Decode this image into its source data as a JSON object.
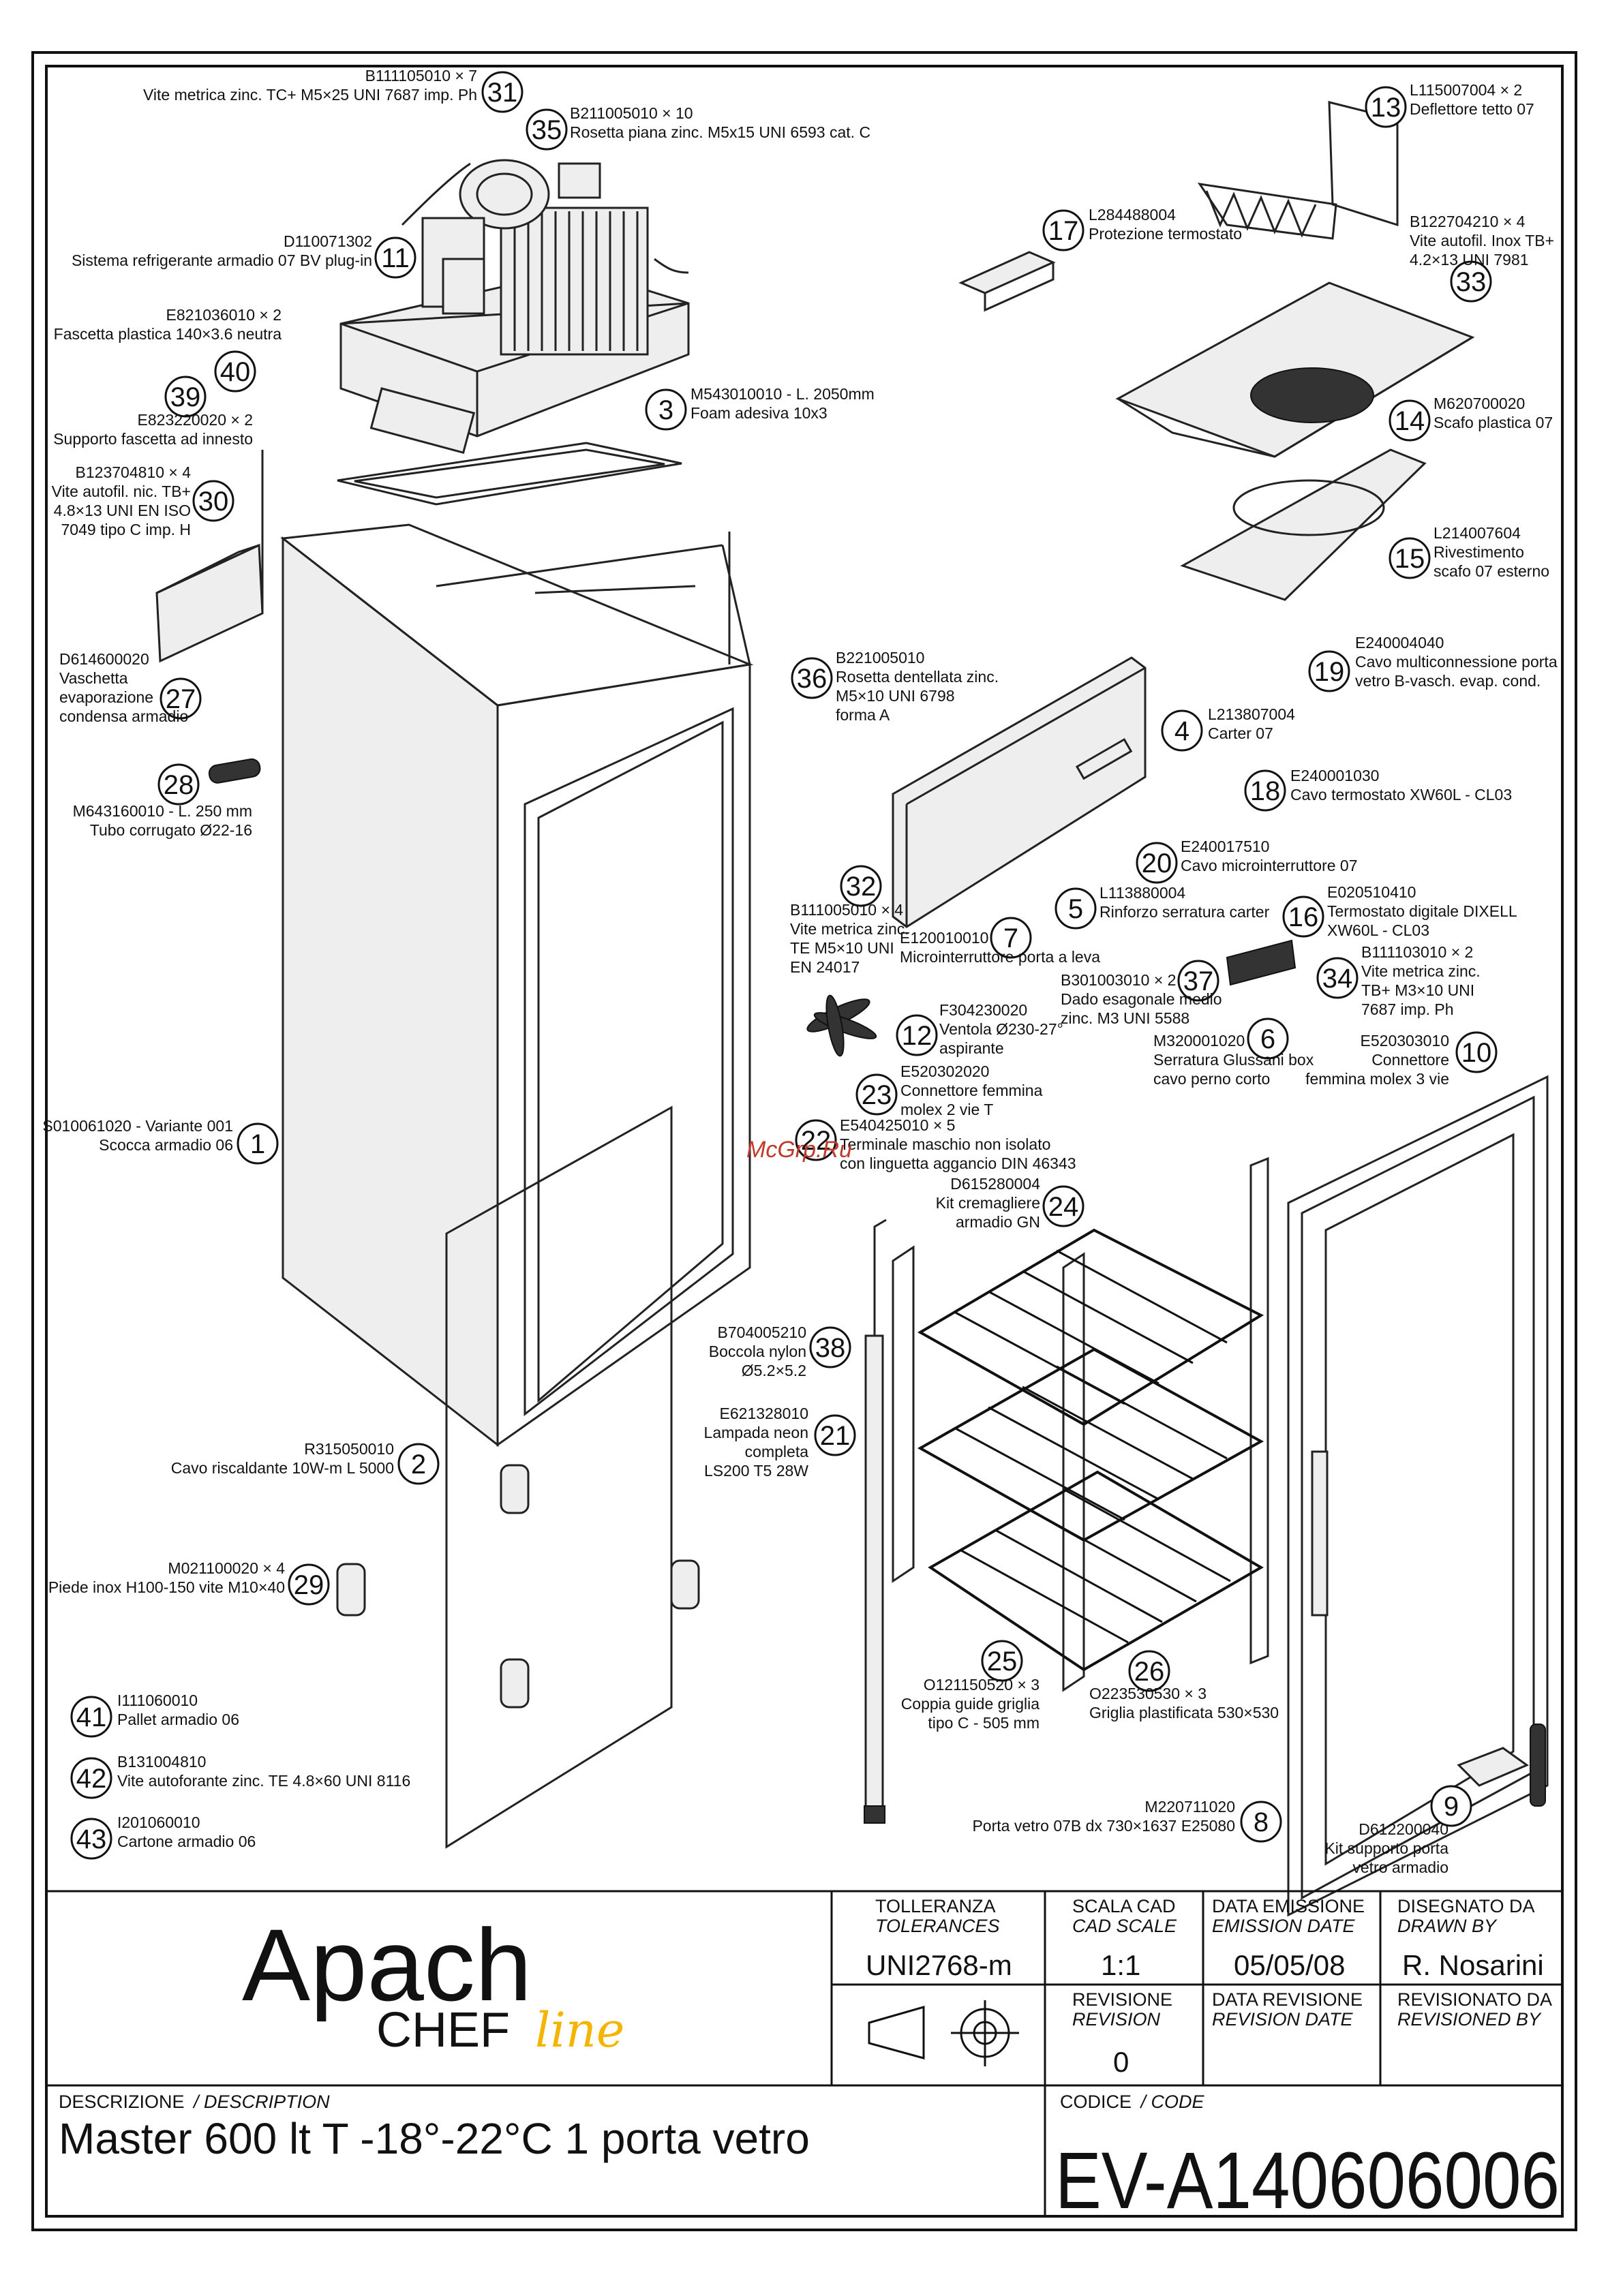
{
  "drawing": {
    "callouts": [
      {
        "n": "31",
        "lines": [
          "B111105010 × 7",
          "Vite metrica zinc. TC+ M5×25 UNI 7687 imp. Ph"
        ]
      },
      {
        "n": "35",
        "lines": [
          "B211005010 × 10",
          "Rosetta piana zinc. M5x15 UNI 6593 cat. C"
        ]
      },
      {
        "n": "11",
        "lines": [
          "D110071302",
          "Sistema refrigerante armadio 07 BV plug-in"
        ]
      },
      {
        "n": "40",
        "lines": [
          "E821036010 × 2",
          "Fascetta plastica 140×3.6 neutra"
        ]
      },
      {
        "n": "39",
        "lines": [
          "E823220020 × 2",
          "Supporto fascetta ad innesto"
        ]
      },
      {
        "n": "3",
        "lines": [
          "M543010010 - L. 2050mm",
          "Foam adesiva 10x3"
        ]
      },
      {
        "n": "30",
        "lines": [
          "B123704810 × 4",
          "Vite autofil. nic. TB+",
          "4.8×13 UNI EN ISO",
          "7049 tipo C imp. H"
        ]
      },
      {
        "n": "27",
        "lines": [
          "D614600020",
          "Vaschetta",
          "evaporazione",
          "condensa armadio"
        ]
      },
      {
        "n": "28",
        "lines": [
          "M643160010 - L. 250 mm",
          "Tubo corrugato Ø22-16"
        ]
      },
      {
        "n": "1",
        "lines": [
          "S010061020 - Variante 001",
          "Scocca armadio 06"
        ]
      },
      {
        "n": "2",
        "lines": [
          "R315050010",
          "Cavo riscaldante 10W-m L 5000"
        ]
      },
      {
        "n": "29",
        "lines": [
          "M021100020 × 4",
          "Piede inox H100-150 vite M10×40"
        ]
      },
      {
        "n": "41",
        "lines": [
          "I111060010",
          "Pallet armadio 06"
        ]
      },
      {
        "n": "42",
        "lines": [
          "B131004810",
          "Vite autoforante zinc. TE 4.8×60 UNI 8116"
        ]
      },
      {
        "n": "43",
        "lines": [
          "I201060010",
          "Cartone armadio 06"
        ]
      },
      {
        "n": "13",
        "lines": [
          "L115007004 × 2",
          "Deflettore tetto 07"
        ]
      },
      {
        "n": "17",
        "lines": [
          "L284488004",
          "Protezione termostato"
        ]
      },
      {
        "n": "33",
        "lines": [
          "B122704210 × 4",
          "Vite autofil. Inox TB+",
          "4.2×13 UNI 7981"
        ]
      },
      {
        "n": "14",
        "lines": [
          "M620700020",
          "Scafo plastica 07"
        ]
      },
      {
        "n": "15",
        "lines": [
          "L214007604",
          "Rivestimento",
          "scafo 07 esterno"
        ]
      },
      {
        "n": "19",
        "lines": [
          "E240004040",
          "Cavo multiconnessione porta",
          "vetro B-vasch. evap. cond."
        ]
      },
      {
        "n": "36",
        "lines": [
          "B221005010",
          "Rosetta dentellata zinc.",
          "M5×10 UNI 6798",
          "forma A"
        ]
      },
      {
        "n": "4",
        "lines": [
          "L213807004",
          "Carter 07"
        ]
      },
      {
        "n": "18",
        "lines": [
          "E240001030",
          "Cavo termostato XW60L - CL03"
        ]
      },
      {
        "n": "20",
        "lines": [
          "E240017510",
          "Cavo microinterruttore 07"
        ]
      },
      {
        "n": "32",
        "lines": [
          "B111005010 × 4",
          "Vite metrica zinc.",
          "TE M5×10 UNI",
          "EN 24017"
        ]
      },
      {
        "n": "7",
        "lines": [
          "E120010010",
          "Microinterruttore porta a leva"
        ]
      },
      {
        "n": "5",
        "lines": [
          "L113880004",
          "Rinforzo serratura carter"
        ]
      },
      {
        "n": "16",
        "lines": [
          "E020510410",
          "Termostato digitale DIXELL",
          "XW60L - CL03"
        ]
      },
      {
        "n": "12",
        "lines": [
          "F304230020",
          "Ventola Ø230-27°",
          "aspirante"
        ]
      },
      {
        "n": "37",
        "lines": [
          "B301003010 × 2",
          "Dado esagonale medio",
          "zinc. M3 UNI 5588"
        ]
      },
      {
        "n": "34",
        "lines": [
          "B111103010 × 2",
          "Vite metrica zinc.",
          "TB+ M3×10 UNI",
          "7687 imp. Ph"
        ]
      },
      {
        "n": "6",
        "lines": [
          "M320001020",
          "Serratura Glussani box",
          "cavo perno corto"
        ]
      },
      {
        "n": "10",
        "lines": [
          "E520303010",
          "Connettore",
          "femmina molex 3 vie"
        ]
      },
      {
        "n": "23",
        "lines": [
          "E520302020",
          "Connettore femmina",
          "molex 2 vie T"
        ]
      },
      {
        "n": "22",
        "lines": [
          "E540425010 × 5",
          "Terminale maschio non isolato",
          "con linguetta aggancio DIN 46343"
        ]
      },
      {
        "n": "24",
        "lines": [
          "D615280004",
          "Kit cremagliere",
          "armadio GN"
        ]
      },
      {
        "n": "38",
        "lines": [
          "B704005210",
          "Boccola nylon",
          "Ø5.2×5.2"
        ]
      },
      {
        "n": "21",
        "lines": [
          "E621328010",
          "Lampada neon",
          "completa",
          "LS200 T5 28W"
        ]
      },
      {
        "n": "25",
        "lines": [
          "O121150520 × 3",
          "Coppia guide griglia",
          "tipo C - 505 mm"
        ]
      },
      {
        "n": "26",
        "lines": [
          "O223530530 × 3",
          "Griglia plastificata 530×530"
        ]
      },
      {
        "n": "8",
        "lines": [
          "M220711020",
          "Porta vetro 07B dx 730×1637 E25080"
        ]
      },
      {
        "n": "9",
        "lines": [
          "D612200040",
          "Kit supporto porta",
          "vetro armadio"
        ]
      }
    ],
    "watermark": "McGrp.Ru"
  },
  "title_block": {
    "logo_main": "Apach",
    "logo_sub": "CHEF",
    "logo_script": "line",
    "tolerance_label": "TOLLERANZA",
    "tolerance_label_en": "TOLERANCES",
    "tolerance_value": "UNI2768-m",
    "scale_label": "SCALA CAD",
    "scale_label_en": "CAD SCALE",
    "scale_value": "1:1",
    "emission_label": "DATA EMISSIONE",
    "emission_label_en": "EMISSION DATE",
    "emission_value": "05/05/08",
    "drawn_label": "DISEGNATO DA",
    "drawn_label_en": "DRAWN BY",
    "drawn_value": "R. Nosarini",
    "revision_label": "REVISIONE",
    "revision_label_en": "REVISION",
    "revision_value": "0",
    "revdate_label": "DATA REVISIONE",
    "revdate_label_en": "REVISION DATE",
    "revby_label": "REVISIONATO DA",
    "revby_label_en": "REVISIONED BY",
    "desc_label": "DESCRIZIONE",
    "desc_label_en": "/ DESCRIPTION",
    "desc_value": "Master 600 lt T -18°-22°C 1 porta vetro",
    "code_label": "CODICE",
    "code_label_en": "/ CODE",
    "code_value": "EV-A140606006"
  }
}
